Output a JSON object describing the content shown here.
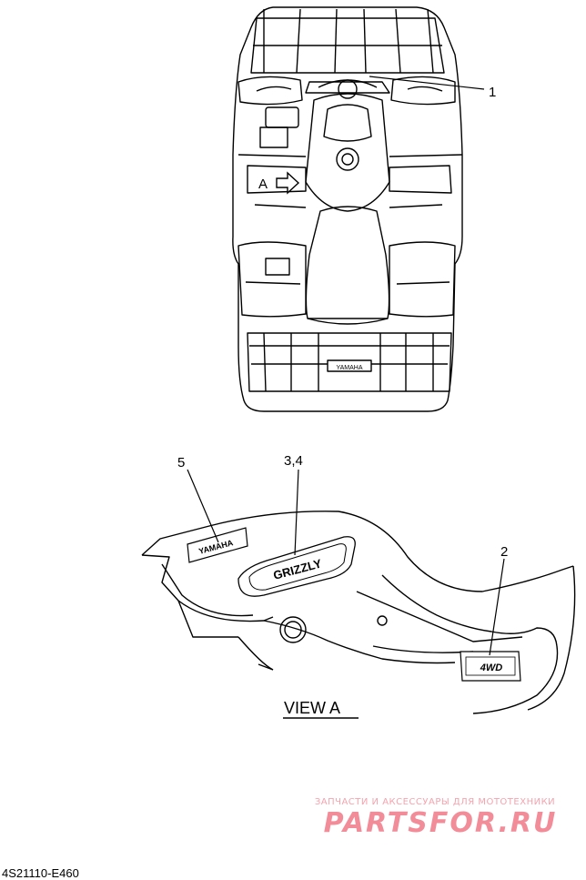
{
  "callouts": {
    "c1": "1",
    "c2": "2",
    "c34": "3,4",
    "c5": "5",
    "arrow_a": "A"
  },
  "view_title": "VIEW A",
  "diagram_code": "4S21110-E460",
  "watermark": {
    "tagline": "ЗАПЧАСТИ И АКСЕССУАРЫ ДЛЯ МОТОТЕХНИКИ",
    "brand": "PARTSFOR.RU",
    "color": "#f28c98"
  },
  "decals": {
    "yamaha": "YAMAHA",
    "grizzly": "GRIZZLY",
    "fourwd": "4WD",
    "rack_badge": "YAMAHA"
  }
}
